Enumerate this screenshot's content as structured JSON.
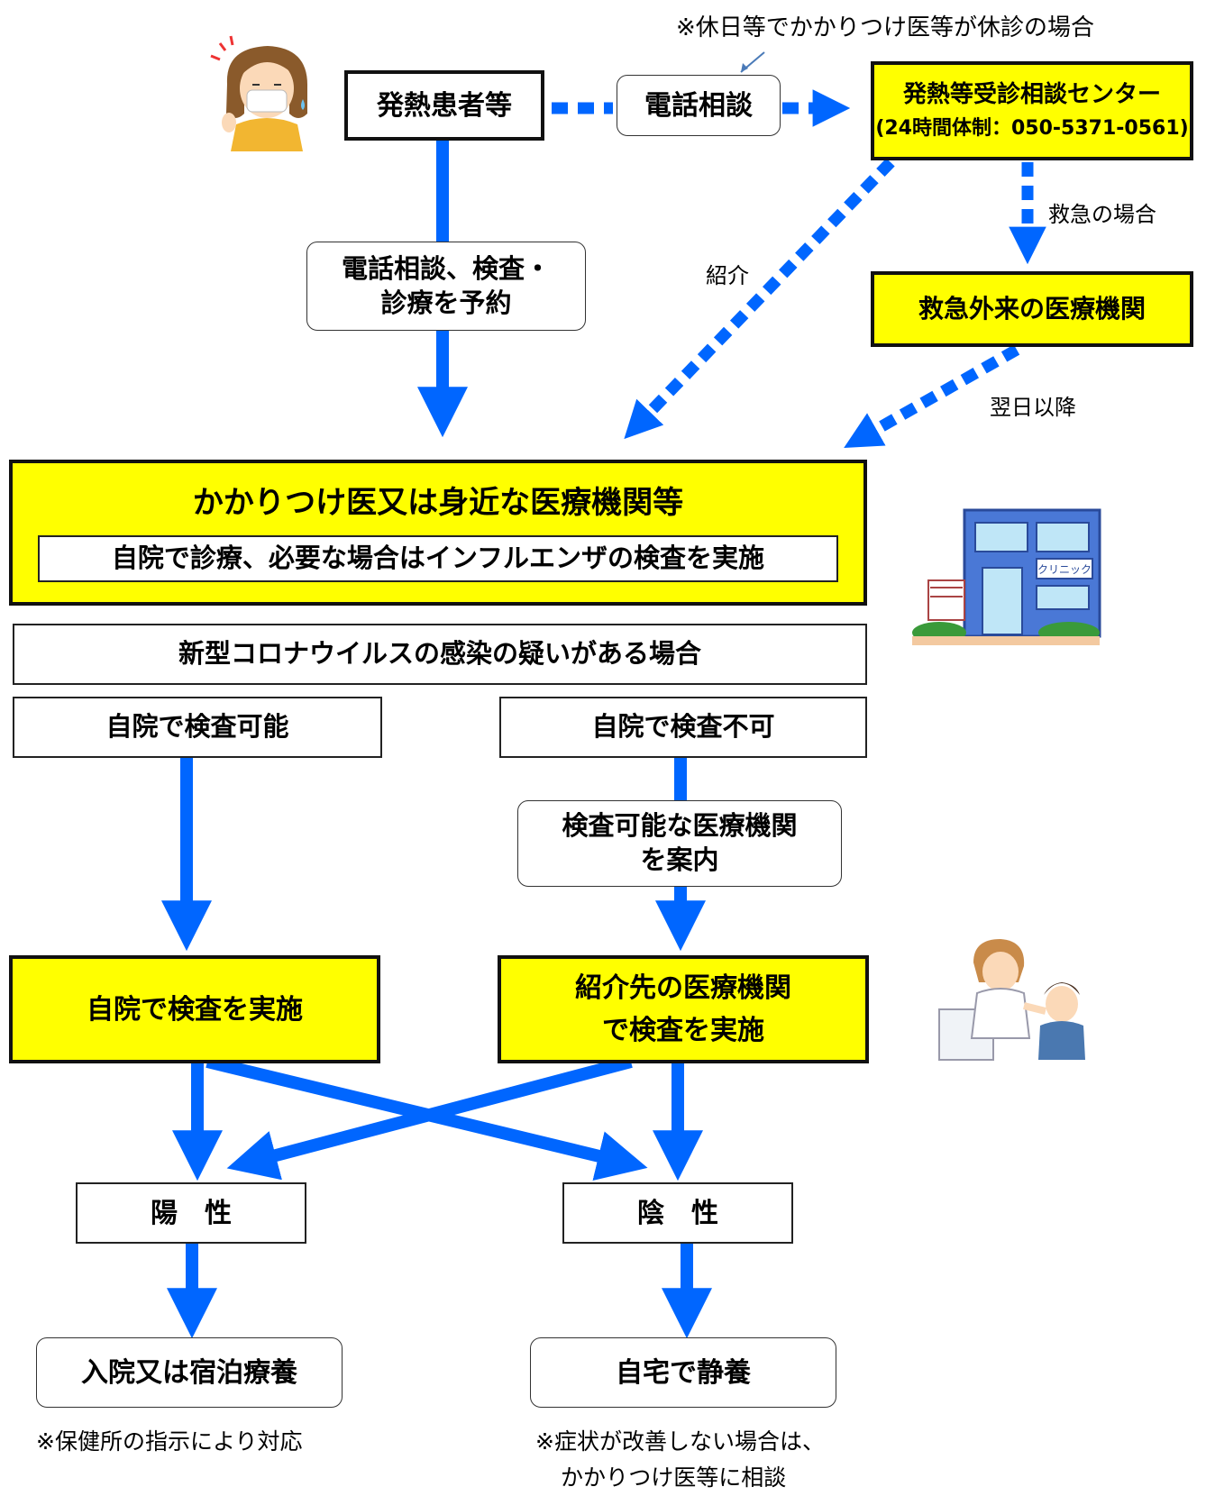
{
  "header_note": "※休日等でかかりつけ医等が休診の場合",
  "nodes": {
    "patient": "発熱患者等",
    "phone": "電話相談",
    "center_title": "発熱等受診相談センター",
    "center_hours": "(24時間体制：050-5371-0561)",
    "reserve_line1": "電話相談、検査・",
    "reserve_line2": "診療を予約",
    "emergency": "救急外来の医療機関",
    "gp_title": "かかりつけ医又は身近な医療機関等",
    "gp_sub": "自院で診療、必要な場合はインフルエンザの検査を実施",
    "suspect": "新型コロナウイルスの感染の疑いがある場合",
    "can_test": "自院で検査可能",
    "cannot_test": "自院で検査不可",
    "guide_line1": "検査可能な医療機関",
    "guide_line2": "を案内",
    "self_test": "自院で検査を実施",
    "ref_line1": "紹介先の医療機関",
    "ref_line2": "で検査を実施",
    "positive": "陽　性",
    "negative": "陰　性",
    "hospital": "入院又は宿泊療養",
    "home": "自宅で静養"
  },
  "labels": {
    "emergency_case": "救急の場合",
    "referral": "紹介",
    "next_day": "翌日以降"
  },
  "notes": {
    "positive_note": "※保健所の指示により対応",
    "negative_note_line1": "※症状が改善しない場合は、",
    "negative_note_line2": "かかりつけ医等に相談"
  },
  "illustrations": {
    "patient": "sick-woman-with-mask",
    "clinic": "clinic-building",
    "clinic_sign": "クリニック",
    "exam": "nurse-testing-patient"
  },
  "colors": {
    "arrow": "#0066ff",
    "highlight": "#ffff00",
    "border": "#111111"
  }
}
